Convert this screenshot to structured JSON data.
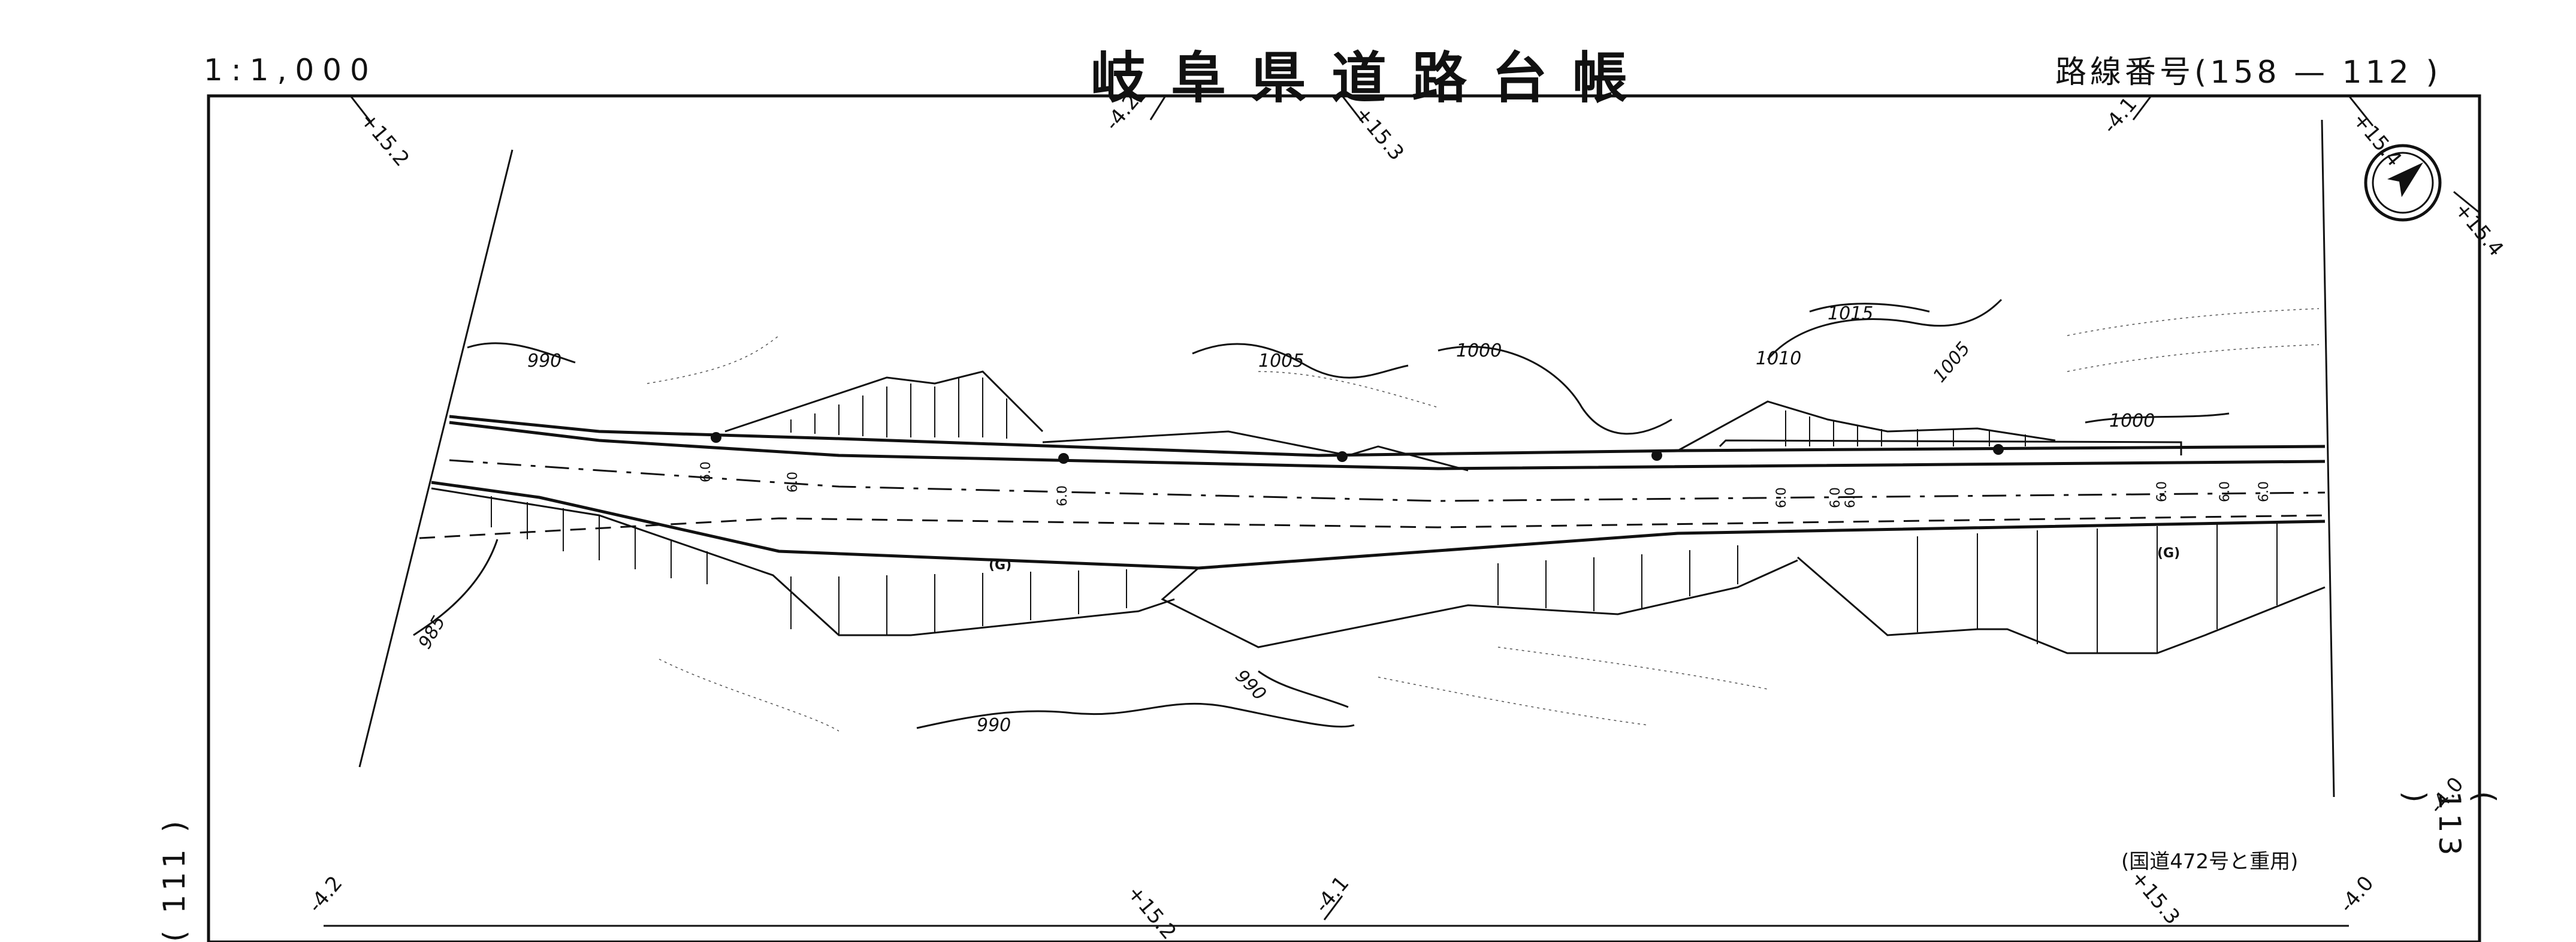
{
  "header": {
    "scale": "1:1,000",
    "title": "岐阜県道路台帳",
    "route_number": "路線番号(158 — 112 )"
  },
  "map": {
    "border_left_offset": "111",
    "border_right_offset": "113",
    "note": "(国道472号と重用)",
    "station_labels_top": [
      "+15.2",
      "-4.2",
      "+15.3",
      "-4.1",
      "+15.4",
      "+15.4"
    ],
    "station_labels_bottom": [
      "-4.2",
      "+15.2",
      "-4.1",
      "+15.3",
      "-4.0",
      "-4.0"
    ],
    "contour_labels": [
      "990",
      "1005",
      "1000",
      "1015",
      "1010",
      "1005",
      "1000",
      "985",
      "990",
      "990"
    ],
    "width_labels": [
      "6.0",
      "6.0",
      "6.0",
      "6.0",
      "6.0",
      "6.0",
      "6.0",
      "6.0",
      "6.0"
    ],
    "guardrail_labels": [
      "(G)",
      "(G)"
    ],
    "north_arrow": "north-arrow-icon"
  }
}
